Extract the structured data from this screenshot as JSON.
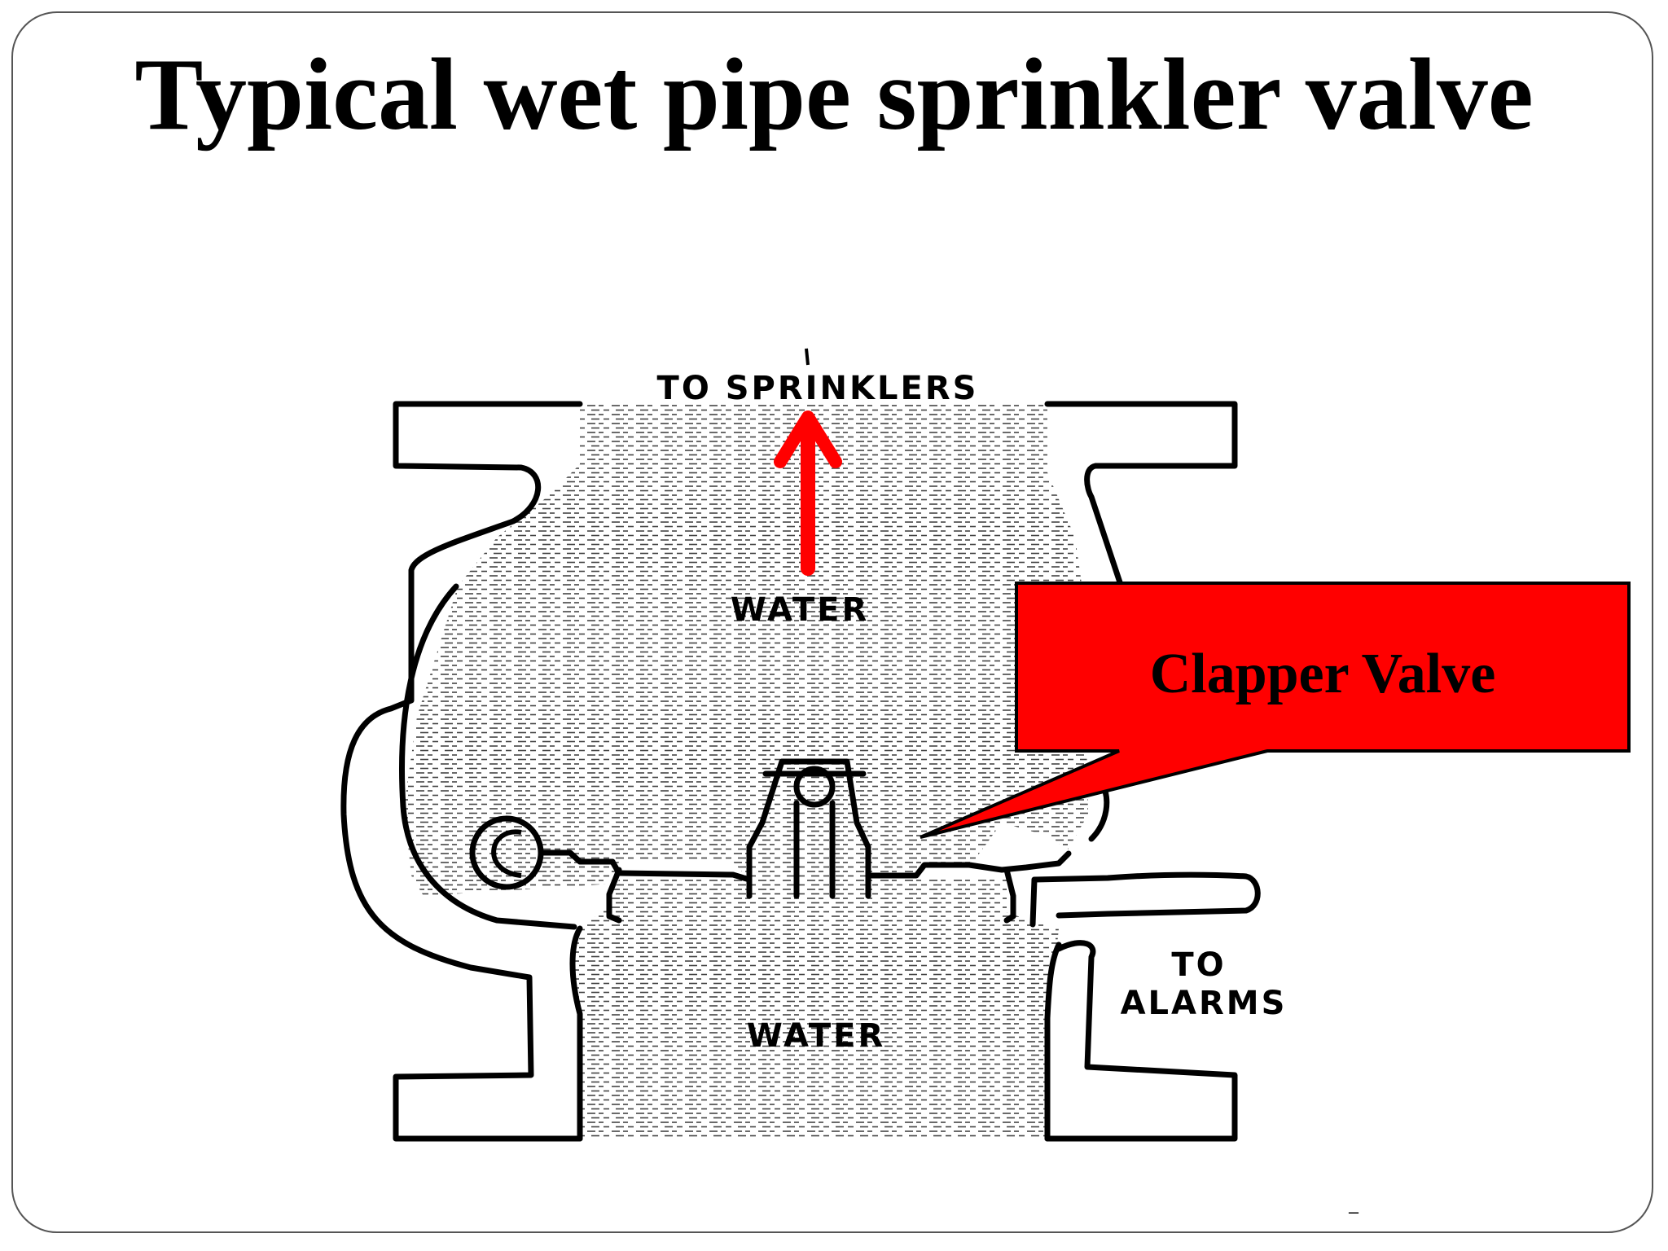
{
  "title": "Typical wet pipe sprinkler valve",
  "labels": {
    "to_sprinklers": "TO SPRINKLERS",
    "water_upper": "WATER",
    "water_lower": "WATER",
    "to_alarms_line1": "TO",
    "to_alarms_line2": "ALARMS"
  },
  "callout": {
    "text": "Clapper Valve",
    "fill_color": "#ff0000"
  },
  "flow_arrow_color": "#ff0000",
  "footer_mark": "–"
}
